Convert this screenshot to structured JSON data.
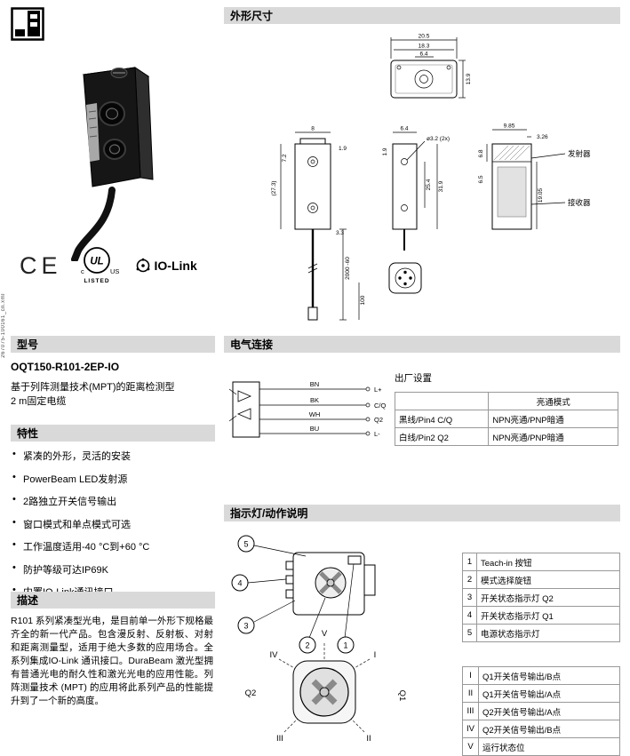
{
  "page": {
    "edge_text": "267075-100161_cn.xml"
  },
  "left": {
    "certs": {
      "ce": "CE",
      "ul": "UL",
      "ul_c": "c",
      "ul_us": "US",
      "ul_listed": "LISTED",
      "iolink": "IO-Link"
    },
    "model": {
      "title": "型号",
      "name": "OQT150-R101-2EP-IO",
      "desc_line1": "基于列阵测量技术(MPT)的距离检测型",
      "desc_line2": "2 m固定电缆"
    },
    "features": {
      "title": "特性",
      "items": [
        "紧凑的外形，灵活的安装",
        "PowerBeam LED发射源",
        "2路独立开关信号输出",
        "窗口模式和单点模式可选",
        "工作温度适用-40 °C到+60 °C",
        "防护等级可达IP69K",
        "内置IO-Link通讯接口"
      ]
    },
    "description": {
      "title": "描述",
      "text": "R101 系列紧凑型光电，是目前单一外形下规格最齐全的新一代产品。包含漫反射、反射板、对射和距离测量型，适用于绝大多数的应用场合。全系列集成IO-Link 通讯接口。DuraBeam 激光型拥有普通光电的耐久性和激光光电的应用性能。列阵测量技术 (MPT) 的应用将此系列产品的性能提升到了一个新的高度。"
    }
  },
  "dims": {
    "title": "外形尺寸",
    "top_view": {
      "w": "20.5",
      "w2": "18.3",
      "w3": "6.4",
      "h": "13.9"
    },
    "front_view": {
      "w": "8",
      "t": "7.2",
      "h": "(27.3)",
      "r": "1.9",
      "b": "3.3",
      "cable": "2000 -60",
      "tail": "100"
    },
    "side_view": {
      "w": "6.4",
      "t": "1.9",
      "hole": "ø3.2 (2x)",
      "h1": "25.4",
      "h2": "31.9"
    },
    "right_view": {
      "w": "9.85",
      "w2": "3.26",
      "h1": "19.05",
      "h2": "6.8",
      "h3": "6.5"
    },
    "emitter": "发射器",
    "receiver": "接收器"
  },
  "electrical": {
    "title": "电气连接",
    "wires": {
      "w1_abbr": "BN",
      "w1_label": "L+",
      "w2_abbr": "BK",
      "w2_label": "C/Q",
      "w3_abbr": "WH",
      "w3_label": "Q2",
      "w4_abbr": "BU",
      "w4_label": "L-"
    },
    "factory": {
      "caption": "出厂设置",
      "col2_header": "亮通模式",
      "rows": [
        [
          "黑线/Pin4 C/Q",
          "NPN亮通/PNP暗通"
        ],
        [
          "白线/Pin2 Q2",
          "NPN亮通/PNP暗通"
        ]
      ]
    }
  },
  "indicators": {
    "title": "指示灯/动作说明",
    "callouts": [
      [
        "1",
        "Teach-in 按钮"
      ],
      [
        "2",
        "模式选择旋钮"
      ],
      [
        "3",
        "开关状态指示灯 Q2"
      ],
      [
        "4",
        "开关状态指示灯 Q1"
      ],
      [
        "5",
        "电源状态指示灯"
      ]
    ],
    "dial": {
      "v": "V",
      "iv": "IV",
      "i": "I",
      "ii": "II",
      "iii": "III",
      "q1": "Q1",
      "q2": "Q2"
    },
    "modes": [
      [
        "I",
        "Q1开关信号输出/B点"
      ],
      [
        "II",
        "Q1开关信号输出/A点"
      ],
      [
        "III",
        "Q2开关信号输出/A点"
      ],
      [
        "IV",
        "Q2开关信号输出/B点"
      ],
      [
        "V",
        "运行状态位"
      ]
    ]
  }
}
